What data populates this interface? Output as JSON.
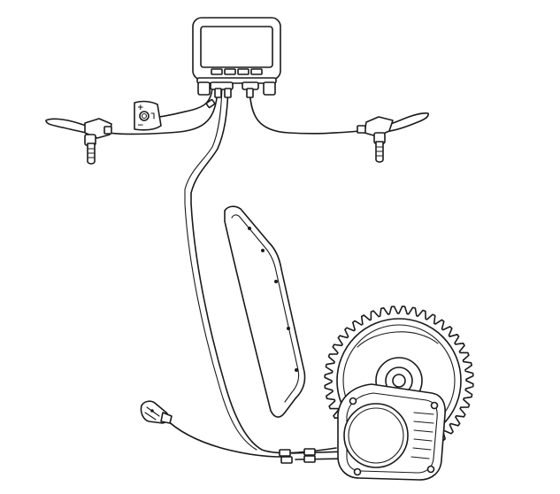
{
  "diagram": {
    "components": [
      "display",
      "button-control",
      "brake-lever-left",
      "brake-lever-right",
      "battery",
      "mid-drive-motor",
      "chainring",
      "speed-sensor"
    ],
    "control_pad": {
      "plus_symbol": "+",
      "minus_symbol": "−"
    },
    "chainring_teeth": 44,
    "line_color": "#1a1a1a",
    "background_color": "#ffffff"
  }
}
